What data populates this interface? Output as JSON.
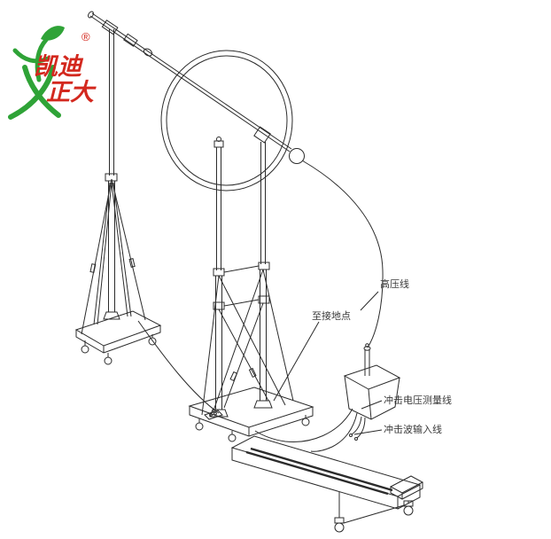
{
  "logo": {
    "brand_line1": "凯迪",
    "brand_line2": "正大",
    "registered_mark": "®",
    "text_color": "#d3281e",
    "figure_color": "#2fa337"
  },
  "diagram": {
    "line_color": "#2b2b2b",
    "label_color": "#3a3a3a",
    "labels": {
      "high_voltage_line": "高压线",
      "to_ground_point": "至接地点",
      "impulse_voltage_measuring_line": "冲击电压测量线",
      "impulse_wave_input_line": "冲击波输入线"
    }
  }
}
